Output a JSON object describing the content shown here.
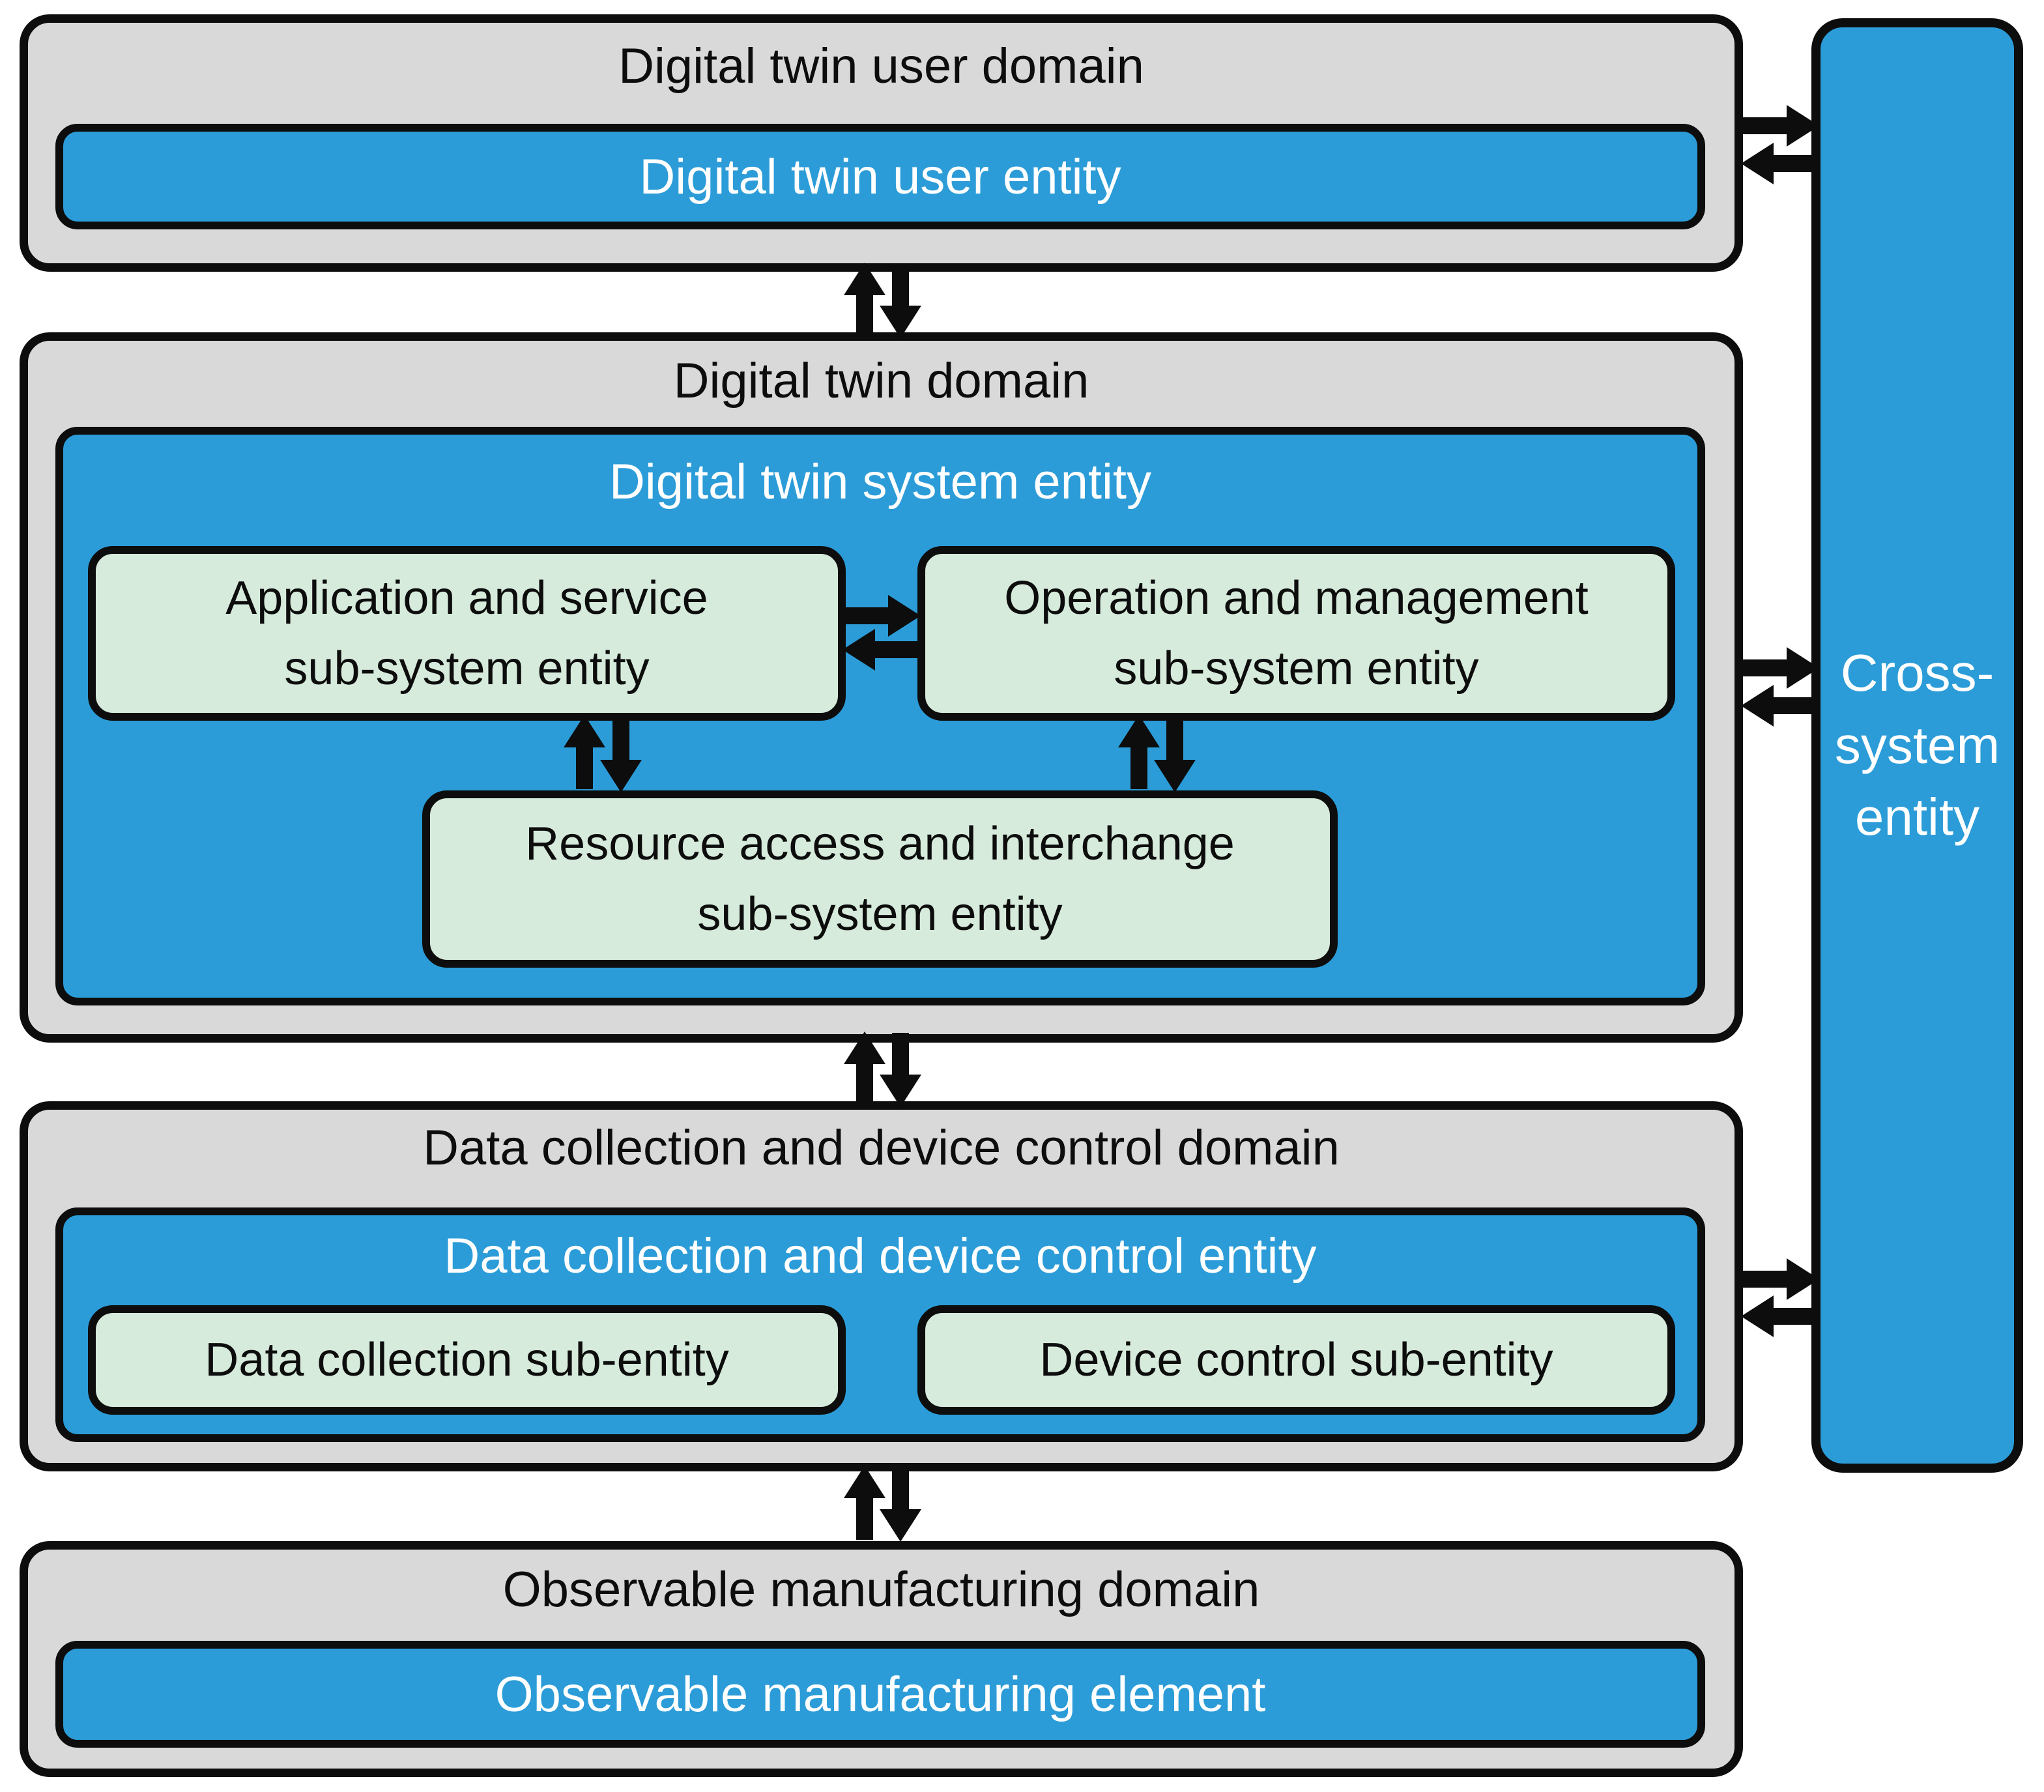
{
  "colors": {
    "domain_background_gray": "#D9D9D9",
    "entity_blue": "#2B9CD8",
    "subentity_green": "#D6EBDB",
    "outline_black": "#0D0D0D",
    "entity_text_white": "#FFFFFF",
    "title_text_black": "#0D0D0D"
  },
  "domains": [
    {
      "title": "Digital twin user domain",
      "entity": {
        "label": "Digital twin user entity"
      }
    },
    {
      "title": "Digital twin domain",
      "entity": {
        "label": "Digital twin system entity"
      },
      "subsystems": [
        {
          "label": "Application and service\nsub-system entity"
        },
        {
          "label": "Operation and management\nsub-system entity"
        },
        {
          "label": "Resource access and interchange\nsub-system entity"
        }
      ]
    },
    {
      "title": "Data collection and device control domain",
      "entity": {
        "label": "Data collection and device control entity"
      },
      "subsystems": [
        {
          "label": "Data collection sub-entity"
        },
        {
          "label": "Device control sub-entity"
        }
      ]
    },
    {
      "title": "Observable manufacturing domain",
      "entity": {
        "label": "Observable manufacturing element"
      }
    }
  ],
  "cross_system": {
    "label": "Cross-\nsystem\nentity"
  }
}
